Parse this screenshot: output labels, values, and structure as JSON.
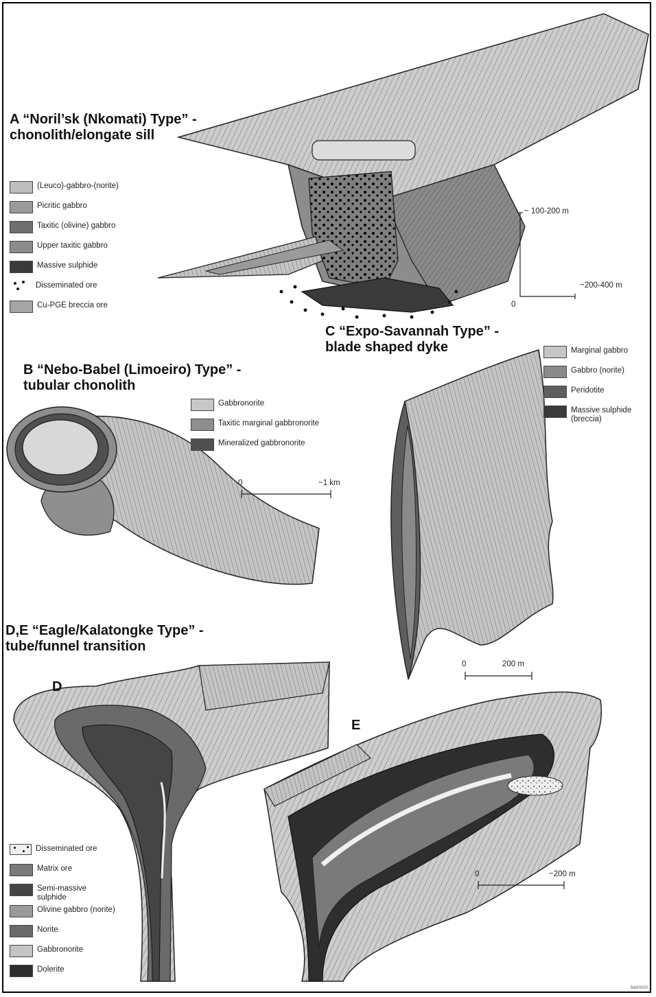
{
  "panels": {
    "A": {
      "title_line1": "A “Noril’sk (Nkomati) Type” -",
      "title_line2": "chonolith/elongate sill",
      "legend": [
        {
          "label": "(Leuco)-gabbro-(norite)",
          "color": "#bdbdbd"
        },
        {
          "label": "Picritic gabbro",
          "color": "#9a9a9a"
        },
        {
          "label": "Taxitic (olivine) gabbro",
          "color": "#6f6f6f"
        },
        {
          "label": "Upper taxitic gabbro",
          "color": "#8c8c8c"
        },
        {
          "label": "Massive sulphide",
          "color": "#3a3a3a"
        },
        {
          "label": "Disseminated ore",
          "color": "#000000"
        },
        {
          "label": "Cu-PGE breccia ore",
          "color": "#a5a5a5"
        }
      ],
      "scale": {
        "vertical": "~ 100-200 m",
        "horizontal": "~200-400 m",
        "origin": "0"
      }
    },
    "B": {
      "title_line1": "B “Nebo-Babel (Limoeiro) Type” -",
      "title_line2": "tubular chonolith",
      "legend": [
        {
          "label": "Gabbronorite",
          "color": "#c8c8c8"
        },
        {
          "label": "Taxitic marginal gabbronorite",
          "color": "#8e8e8e"
        },
        {
          "label": "Mineralized gabbronorite",
          "color": "#505050"
        }
      ],
      "scale": {
        "start": "0",
        "end": "~1 km"
      }
    },
    "C": {
      "title_line1": "C “Expo-Savannah Type” -",
      "title_line2": "blade shaped dyke",
      "legend": [
        {
          "label": "Marginal gabbro",
          "color": "#c5c5c5"
        },
        {
          "label": "Gabbro (norite)",
          "color": "#8a8a8a"
        },
        {
          "label": "Peridotite",
          "color": "#5e5e5e"
        },
        {
          "label": "Massive sulphide (breccia)",
          "color": "#3a3a3a"
        }
      ],
      "scale": {
        "start": "0",
        "end": "200 m"
      }
    },
    "DE": {
      "title_line1": "D,E “Eagle/Kalatongke Type” -",
      "title_line2": "tube/funnel transition",
      "letter_d": "D",
      "letter_e": "E",
      "legend": [
        {
          "label": "Disseminated ore",
          "color": "#f0f0f0"
        },
        {
          "label": "Matrix ore",
          "color": "#7a7a7a"
        },
        {
          "label": "Semi-massive sulphide",
          "color": "#454545"
        },
        {
          "label": "Olivine gabbro (norite)",
          "color": "#9a9a9a"
        },
        {
          "label": "Norite",
          "color": "#6a6a6a"
        },
        {
          "label": "Gabbronorite",
          "color": "#c4c4c4"
        },
        {
          "label": "Dolerite",
          "color": "#2e2e2e"
        }
      ],
      "scale": {
        "start": "0",
        "end": "~200 m"
      }
    }
  },
  "stamp": "5ddr0020"
}
